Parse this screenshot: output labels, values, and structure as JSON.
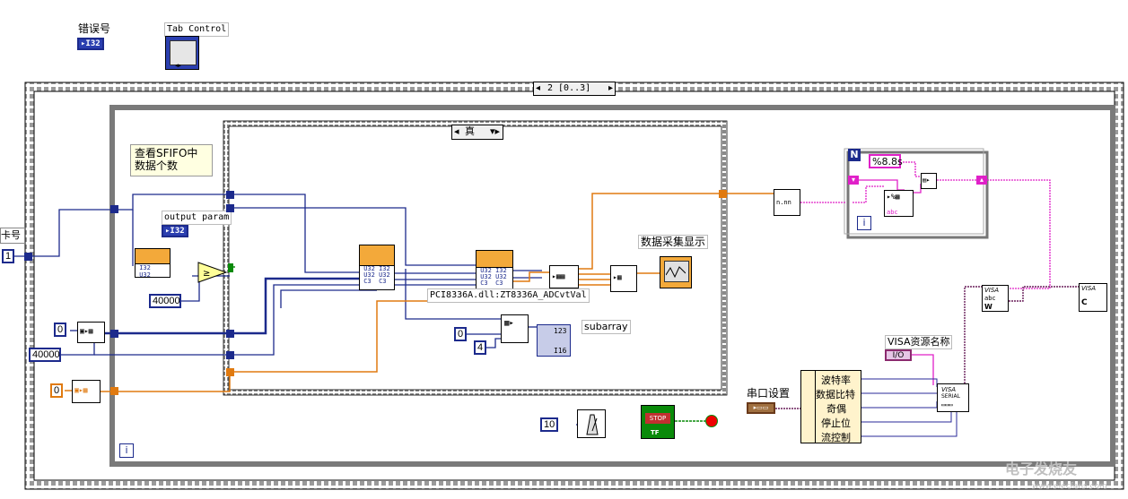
{
  "controls": {
    "error_code_label": "错误号",
    "error_code_type": "I32",
    "tab_control_label": "Tab Control",
    "card_label": "卡号",
    "card_value": "1"
  },
  "sequence": {
    "selector": "2 [0..3]"
  },
  "case_structure": {
    "selector": "真"
  },
  "comments": {
    "sfifo": "查看SFIFO中\n数据个数",
    "output_param": "output param",
    "output_param_type": "I32",
    "data_display": "数据采集显示",
    "dll_call": "PCI8336A.dll:ZT8336A_ADCvtVal",
    "subarray": "subarray",
    "format_string": "%8.8s",
    "visa_resource": "VISA资源名称",
    "visa_resource_type": "I/O",
    "serial_setup": "串口设置"
  },
  "constants": {
    "c_40000_top": "40000",
    "c_0_a": "0",
    "c_40000_left": "40000",
    "c_0_orange": "0",
    "c_0_sub": "0",
    "c_4_sub": "4",
    "c_10_wait": "10"
  },
  "serial_cluster": {
    "items": [
      "波特率",
      "数据比特",
      "奇偶",
      "停止位",
      "流控制"
    ]
  },
  "loop": {
    "n_label": "N",
    "i_label": "i",
    "i_outer_label": "i"
  },
  "stop_button": {
    "label": "STOP",
    "type": "TF"
  },
  "watermark": {
    "text": "电子发烧友",
    "url": "www.elecfans.com"
  },
  "colors": {
    "wire_int": "#1c2a8c",
    "wire_double": "#e07a10",
    "wire_string": "#e020c8",
    "wire_cluster": "#8b2a6e",
    "frame_gray": "#7a7a7a"
  }
}
